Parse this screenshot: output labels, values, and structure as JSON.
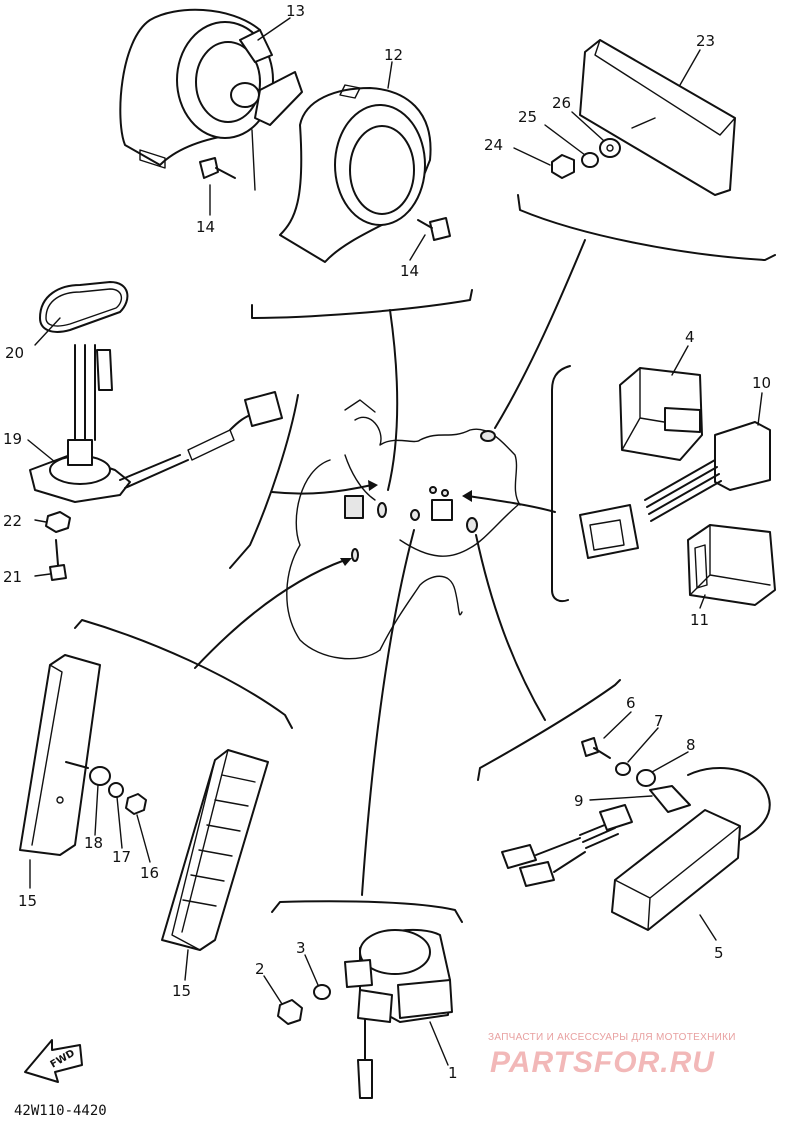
{
  "diagram_code": "42W110-4420",
  "watermark": {
    "tagline": "ЗАПЧАСТИ И АКСЕССУАРЫ ДЛЯ МОТОТЕХНИКИ",
    "logo": "PARTSFOR.RU"
  },
  "fwd_label": "FWD",
  "callouts": {
    "c1": "1",
    "c2": "2",
    "c3": "3",
    "c4": "4",
    "c5": "5",
    "c6": "6",
    "c7": "7",
    "c8": "8",
    "c9": "9",
    "c10": "10",
    "c11": "11",
    "c12": "12",
    "c13": "13",
    "c14a": "14",
    "c14b": "14",
    "c15a": "15",
    "c15b": "15",
    "c16": "16",
    "c17": "17",
    "c18": "18",
    "c19": "19",
    "c20": "20",
    "c21": "21",
    "c22": "22",
    "c23": "23",
    "c24": "24",
    "c25": "25",
    "c26": "26"
  }
}
